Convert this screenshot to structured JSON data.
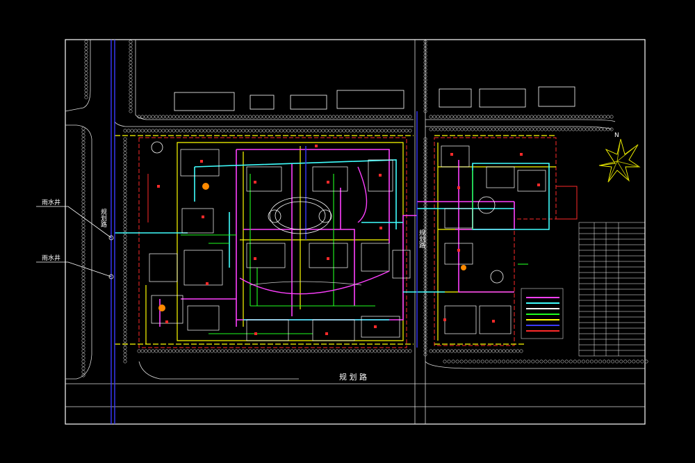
{
  "labels": {
    "left_well_top": "雨水井",
    "left_well_bottom": "雨水井",
    "road_bottom": "规 划 路",
    "road_left": "规划路",
    "road_mid": "规划路",
    "north": "N"
  },
  "colors": {
    "frame": "#ffffff",
    "red": "#ff2a2a",
    "yellow": "#ffff00",
    "magenta": "#ff40ff",
    "cyan": "#40ffff",
    "green": "#20ff20",
    "blue": "#3a3aff",
    "white": "#ffffff"
  }
}
